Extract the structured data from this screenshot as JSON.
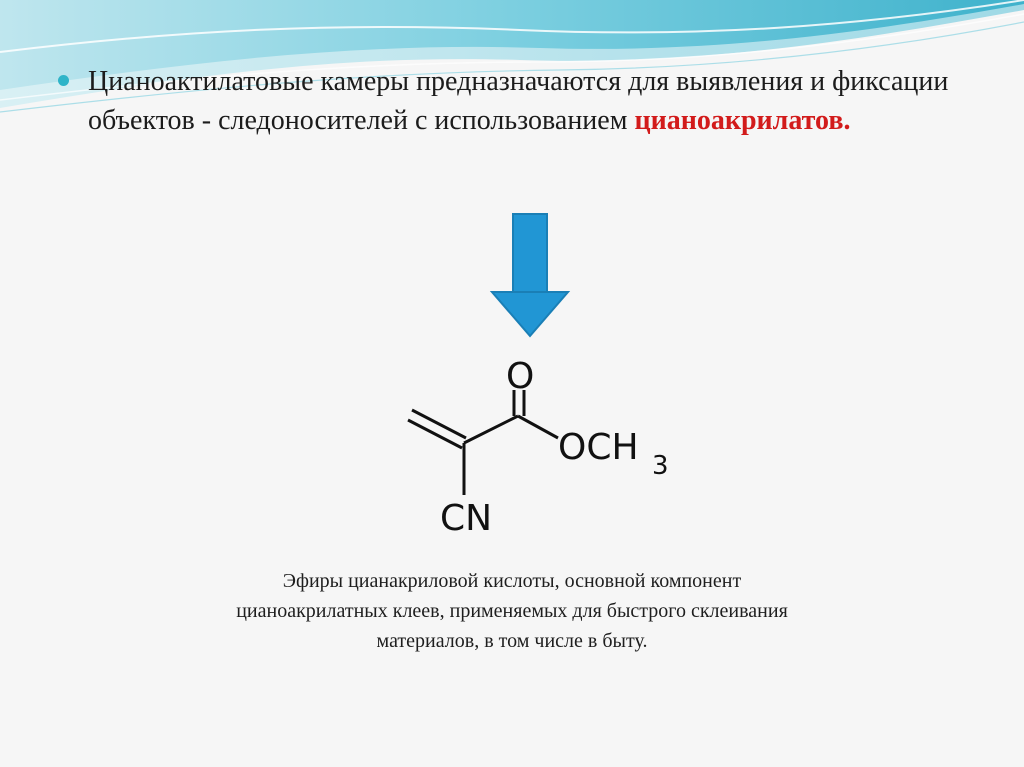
{
  "slide": {
    "bullet": {
      "text_main": "Цианоактилатовые камеры предназначаются для выявления и фиксации объектов - следоносителей с использованием ",
      "text_highlight": "цианоакрилатов."
    },
    "molecule": {
      "label_o": "O",
      "label_och": "OCH",
      "label_sub3": "3",
      "label_cn": "CN"
    },
    "caption": {
      "lines": [
        "Эфиры цианакриловой кислоты, основной компонент",
        "цианоакрилатных клеев, применяемых для быстрого склеивания",
        "материалов, в том числе в быту."
      ]
    }
  },
  "colors": {
    "accent": "#2fb4c8",
    "highlight": "#d21b1b",
    "arrow": "#2196d4"
  }
}
